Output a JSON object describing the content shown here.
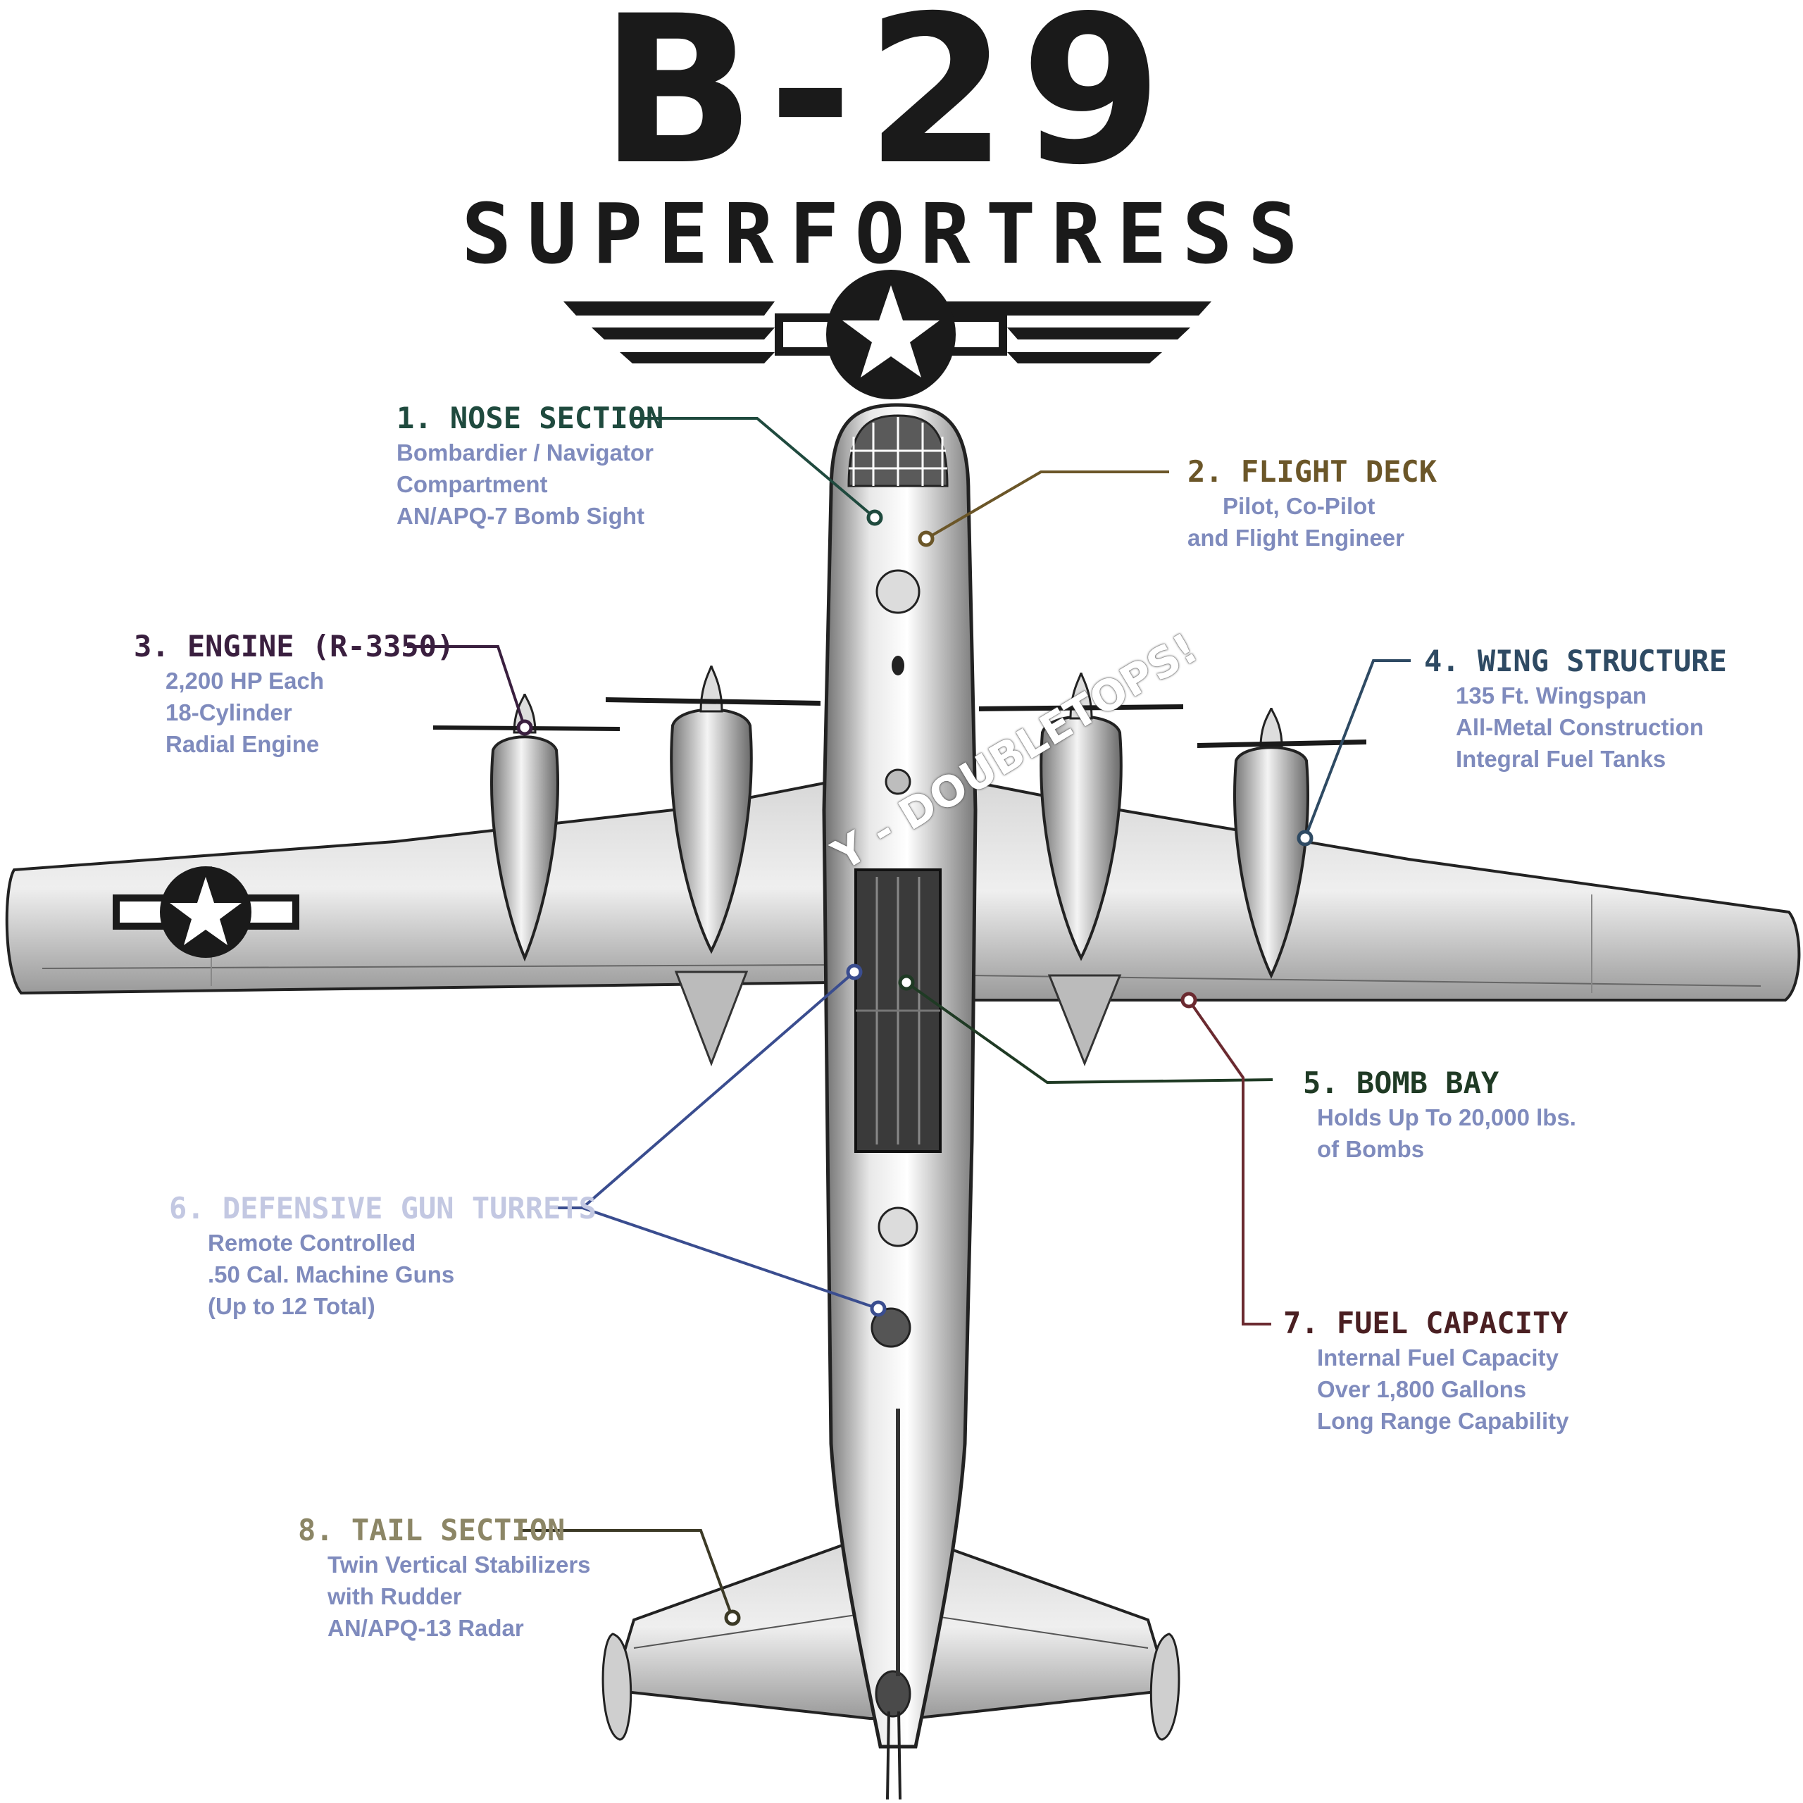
{
  "title": {
    "main": "B-29",
    "sub": "SUPERFORTRESS"
  },
  "watermark": "Y - DOUBLETOPS!",
  "callouts": [
    {
      "heading": "1. NOSE SECTION",
      "color": "#1f4a3e",
      "lines": [
        "Bombardier / Navigator",
        "Compartment",
        "AN/APQ-7 Bomb Sight"
      ]
    },
    {
      "heading": "2. FLIGHT DECK",
      "color": "#6b5628",
      "lines": [
        "Pilot, Co-Pilot",
        "and Flight Engineer"
      ]
    },
    {
      "heading": "3. ENGINE (R-3350)",
      "color": "#3a1f3f",
      "lines": [
        "2,200 HP Each",
        "18-Cylinder",
        "Radial Engine"
      ]
    },
    {
      "heading": "4. WING STRUCTURE",
      "color": "#2e4a63",
      "lines": [
        "135 Ft. Wingspan",
        "All-Metal Construction",
        "Integral Fuel Tanks"
      ]
    },
    {
      "heading": "5. BOMB BAY",
      "color": "#1f3a24",
      "lines": [
        "Holds Up To 20,000 lbs.",
        "of Bombs"
      ]
    },
    {
      "heading": "6. DEFENSIVE GUN TURRETS",
      "color": "#c3c8e2",
      "lines": [
        "Remote Controlled",
        ".50 Cal. Machine Guns",
        "(Up to 12 Total)"
      ]
    },
    {
      "heading": "7. FUEL CAPACITY",
      "color": "#4a1f22",
      "lines": [
        "Internal Fuel Capacity",
        "Over 1,800 Gallons",
        "Long Range Capability"
      ]
    },
    {
      "heading": "8. TAIL SECTION",
      "color": "#8c8666",
      "lines": [
        "Twin Vertical Stabilizers",
        "with Rudder",
        "AN/APQ-13 Radar"
      ]
    }
  ]
}
